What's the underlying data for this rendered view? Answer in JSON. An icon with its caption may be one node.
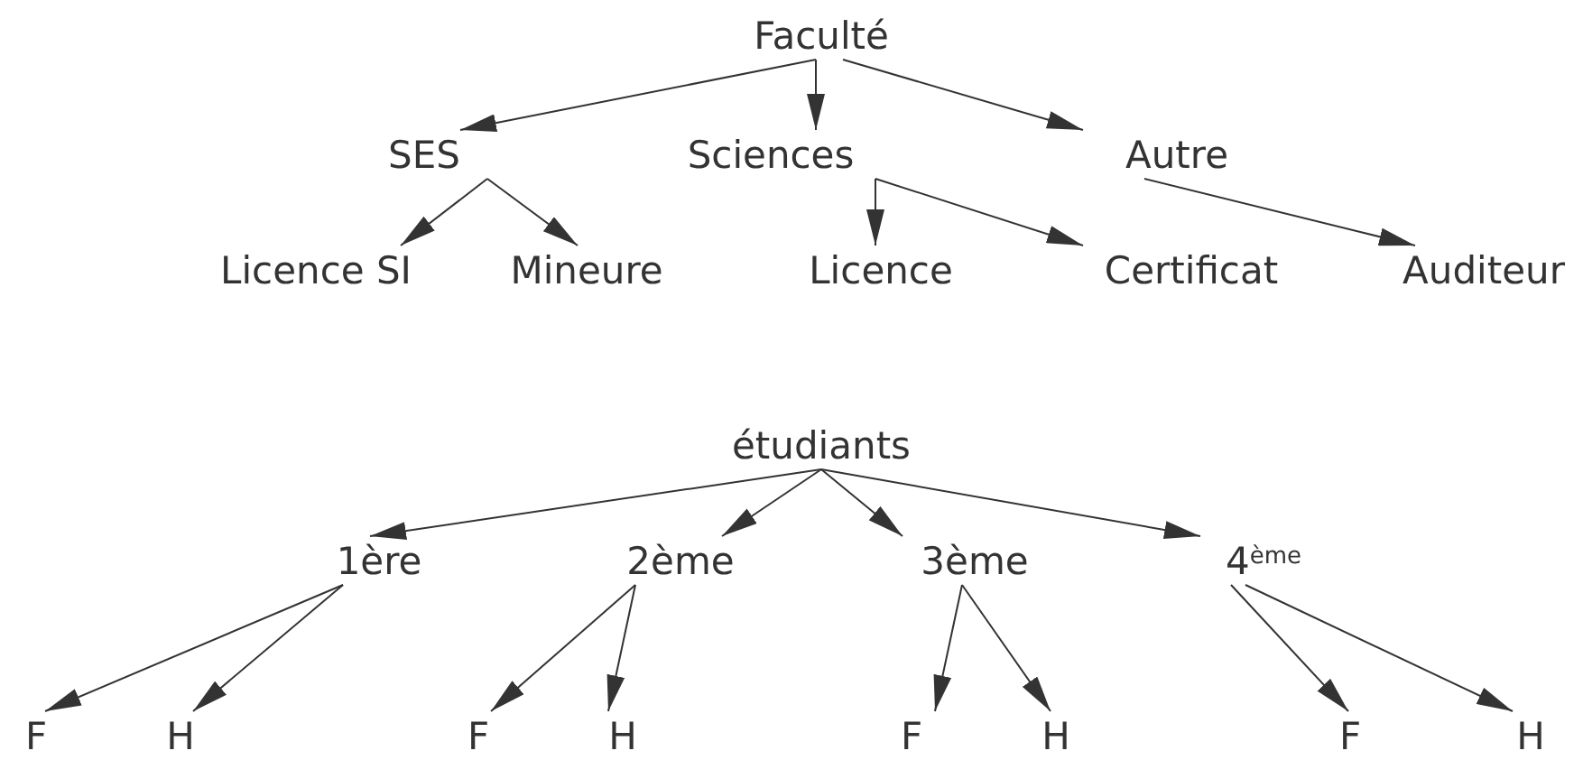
{
  "diagram": {
    "nodes": [
      {
        "text": [
          "Faculté"
        ]
      },
      {
        "text": [
          "SES"
        ]
      },
      {
        "text": [
          "Sciences"
        ]
      },
      {
        "text": [
          "Autre"
        ]
      },
      {
        "text": [
          "Licence SI"
        ]
      },
      {
        "text": [
          "Mineure"
        ]
      },
      {
        "text": [
          "Licence"
        ]
      },
      {
        "text": [
          "Certificat"
        ]
      },
      {
        "text": [
          "Auditeur"
        ]
      },
      {
        "text": [
          "étudiants"
        ]
      },
      {
        "text": [
          "1ère"
        ]
      },
      {
        "text": [
          "2ème"
        ]
      },
      {
        "text": [
          "3ème"
        ]
      },
      {
        "text": [
          "4$^{ème}$"
        ]
      },
      {
        "text": [
          "F"
        ]
      },
      {
        "text": [
          "H"
        ]
      },
      {
        "text": [
          "F"
        ]
      },
      {
        "text": [
          "H"
        ]
      },
      {
        "text": [
          "F"
        ]
      },
      {
        "text": [
          "H"
        ]
      },
      {
        "text": [
          "F"
        ]
      },
      {
        "text": [
          "H"
        ]
      }
    ],
    "edges": [
      {
        "from": 0,
        "to": 1,
        "arrow": "to"
      },
      {
        "from": 0,
        "to": 2,
        "arrow": "to"
      },
      {
        "from": 0,
        "to": 3,
        "arrow": "to"
      },
      {
        "from": 1,
        "to": 4,
        "arrow": "to"
      },
      {
        "from": 1,
        "to": 5,
        "arrow": "to"
      },
      {
        "from": 2,
        "to": 6,
        "arrow": "to"
      },
      {
        "from": 2,
        "to": 7,
        "arrow": "to"
      },
      {
        "from": 3,
        "to": 8,
        "arrow": "to"
      },
      {
        "from": 9,
        "to": 10,
        "arrow": "to"
      },
      {
        "from": 9,
        "to": 11,
        "arrow": "to"
      },
      {
        "from": 9,
        "to": 12,
        "arrow": "to"
      },
      {
        "from": 9,
        "to": 13,
        "arrow": "to"
      },
      {
        "from": 10,
        "to": 14,
        "arrow": "to"
      },
      {
        "from": 10,
        "to": 15,
        "arrow": "to"
      },
      {
        "from": 11,
        "to": 16,
        "arrow": "to"
      },
      {
        "from": 11,
        "to": 17,
        "arrow": "to"
      },
      {
        "from": 12,
        "to": 18,
        "arrow": "to"
      },
      {
        "from": 12,
        "to": 19,
        "arrow": "to"
      },
      {
        "from": 13,
        "to": 20,
        "arrow": "to"
      },
      {
        "from": 13,
        "to": 21,
        "arrow": "to"
      }
    ]
  }
}
